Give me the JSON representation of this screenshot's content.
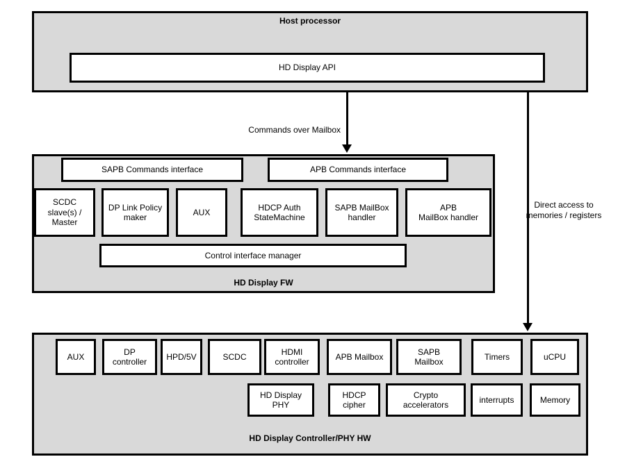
{
  "host": {
    "title": "Host processor",
    "api_label": "HD Display API"
  },
  "arrows": {
    "commands_label": "Commands over Mailbox",
    "direct_access_label": "Direct access to\nmemories / registers"
  },
  "fw": {
    "title": "HD Display FW",
    "interfaces": [
      {
        "label": "SAPB Commands interface"
      },
      {
        "label": "APB Commands interface"
      }
    ],
    "modules": [
      {
        "label": "SCDC\nslave(s) /\nMaster"
      },
      {
        "label": "DP Link Policy\nmaker"
      },
      {
        "label": "AUX"
      },
      {
        "label": "HDCP Auth\nStateMachine"
      },
      {
        "label": "SAPB MailBox\nhandler"
      },
      {
        "label": "APB\nMailBox handler"
      }
    ],
    "manager_label": "Control interface manager"
  },
  "hw": {
    "title": "HD Display Controller/PHY HW",
    "row1": [
      {
        "label": "AUX"
      },
      {
        "label": "DP\ncontroller"
      },
      {
        "label": "HPD/5V"
      },
      {
        "label": "SCDC"
      },
      {
        "label": "HDMI\ncontroller"
      },
      {
        "label": "APB Mailbox"
      },
      {
        "label": "SAPB\nMailbox"
      },
      {
        "label": "Timers"
      },
      {
        "label": "uCPU"
      }
    ],
    "row2": [
      {
        "label": "HD Display\nPHY"
      },
      {
        "label": "HDCP\ncipher"
      },
      {
        "label": "Crypto\naccelerators"
      },
      {
        "label": "interrupts"
      },
      {
        "label": "Memory"
      }
    ]
  },
  "colors": {
    "panel_fill": "#d9d9d9",
    "box_fill": "#ffffff",
    "line": "#000000"
  }
}
